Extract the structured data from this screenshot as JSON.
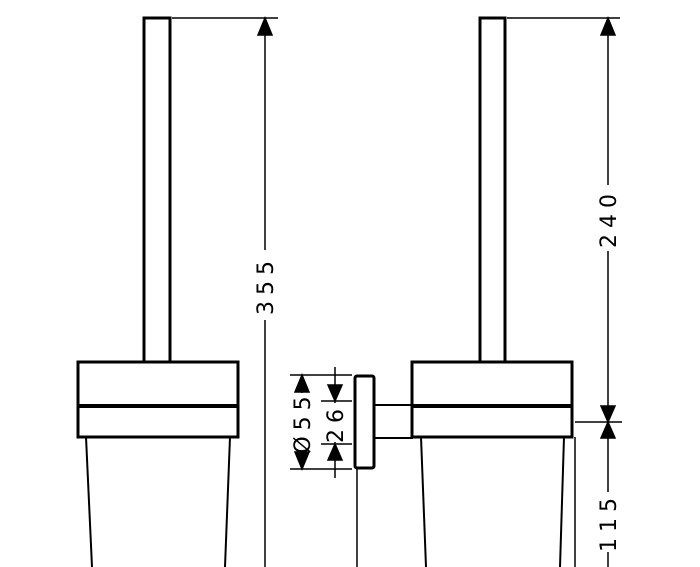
{
  "dimensions": {
    "total_height": "355",
    "handle_length": "240",
    "holder_depth": "115",
    "plate_diameter": "Ø55",
    "rod_height": "26"
  },
  "colors": {
    "line": "#000000",
    "background": "#ffffff"
  }
}
